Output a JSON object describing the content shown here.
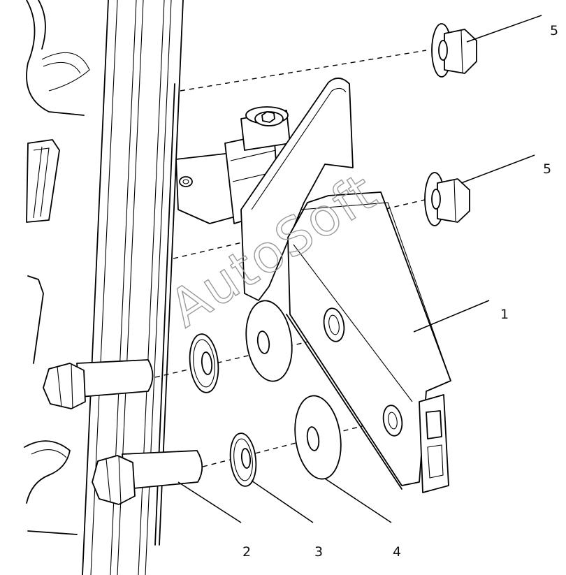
{
  "diagram": {
    "watermark": "AutoSoft",
    "callouts": [
      {
        "id": "1",
        "label": "1"
      },
      {
        "id": "2",
        "label": "2"
      },
      {
        "id": "3",
        "label": "3"
      },
      {
        "id": "4",
        "label": "4"
      },
      {
        "id": "5a",
        "label": "5"
      },
      {
        "id": "5b",
        "label": "5"
      }
    ]
  }
}
